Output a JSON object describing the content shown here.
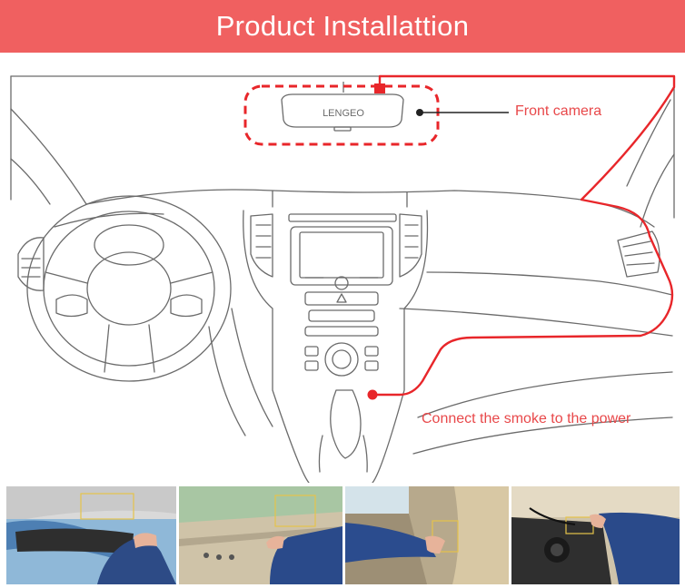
{
  "header": {
    "title": "Product Installattion"
  },
  "mirror": {
    "brand": "LENGEO"
  },
  "callouts": {
    "front_camera": "Front camera",
    "power": "Connect the smoke to the power"
  },
  "colors": {
    "banner": "#f06060",
    "accent_red": "#e8262a",
    "callout_text": "#e8484a",
    "line_art": "#6b6b6b"
  },
  "photos": [
    {
      "step": "mirror-mounting"
    },
    {
      "step": "cable-along-windshield"
    },
    {
      "step": "cable-along-pillar"
    },
    {
      "step": "power-socket"
    }
  ]
}
